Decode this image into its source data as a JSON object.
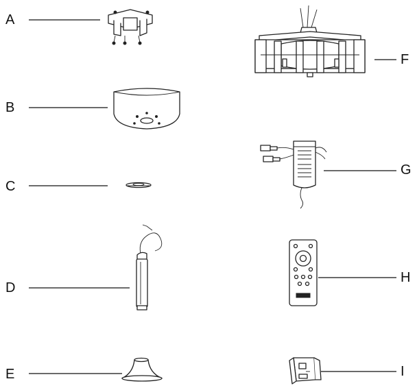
{
  "figure": {
    "parts": [
      {
        "id": "A",
        "label": "A",
        "icon": "mounting-bracket-icon"
      },
      {
        "id": "B",
        "label": "B",
        "icon": "canopy-icon"
      },
      {
        "id": "C",
        "label": "C",
        "icon": "canopy-ring-icon"
      },
      {
        "id": "D",
        "label": "D",
        "icon": "downrod-icon"
      },
      {
        "id": "E",
        "label": "E",
        "icon": "decorative-cover-icon"
      },
      {
        "id": "F",
        "label": "F",
        "icon": "motor-assembly-icon"
      },
      {
        "id": "G",
        "label": "G",
        "icon": "receiver-icon"
      },
      {
        "id": "H",
        "label": "H",
        "icon": "remote-control-icon"
      },
      {
        "id": "I",
        "label": "I",
        "icon": "remote-holder-icon"
      }
    ]
  }
}
